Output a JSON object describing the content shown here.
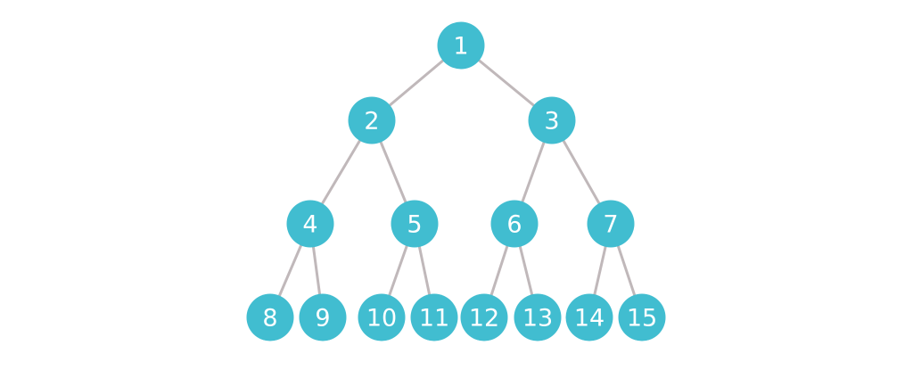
{
  "diagram": {
    "node_color": "#41bdd0",
    "edge_color": "#c0b8ba",
    "label_color": "#ffffff",
    "nodes": [
      {
        "id": "1",
        "label": "1"
      },
      {
        "id": "2",
        "label": "2"
      },
      {
        "id": "3",
        "label": "3"
      },
      {
        "id": "4",
        "label": "4"
      },
      {
        "id": "5",
        "label": "5"
      },
      {
        "id": "6",
        "label": "6"
      },
      {
        "id": "7",
        "label": "7"
      },
      {
        "id": "8",
        "label": "8"
      },
      {
        "id": "9",
        "label": "9"
      },
      {
        "id": "10",
        "label": "10"
      },
      {
        "id": "11",
        "label": "11"
      },
      {
        "id": "12",
        "label": "12"
      },
      {
        "id": "13",
        "label": "13"
      },
      {
        "id": "14",
        "label": "14"
      },
      {
        "id": "15",
        "label": "15"
      }
    ],
    "edges": [
      {
        "from": "1",
        "to": "2"
      },
      {
        "from": "1",
        "to": "3"
      },
      {
        "from": "2",
        "to": "4"
      },
      {
        "from": "2",
        "to": "5"
      },
      {
        "from": "3",
        "to": "6"
      },
      {
        "from": "3",
        "to": "7"
      },
      {
        "from": "4",
        "to": "8"
      },
      {
        "from": "4",
        "to": "9"
      },
      {
        "from": "5",
        "to": "10"
      },
      {
        "from": "5",
        "to": "11"
      },
      {
        "from": "6",
        "to": "12"
      },
      {
        "from": "6",
        "to": "13"
      },
      {
        "from": "7",
        "to": "14"
      },
      {
        "from": "7",
        "to": "15"
      }
    ]
  }
}
